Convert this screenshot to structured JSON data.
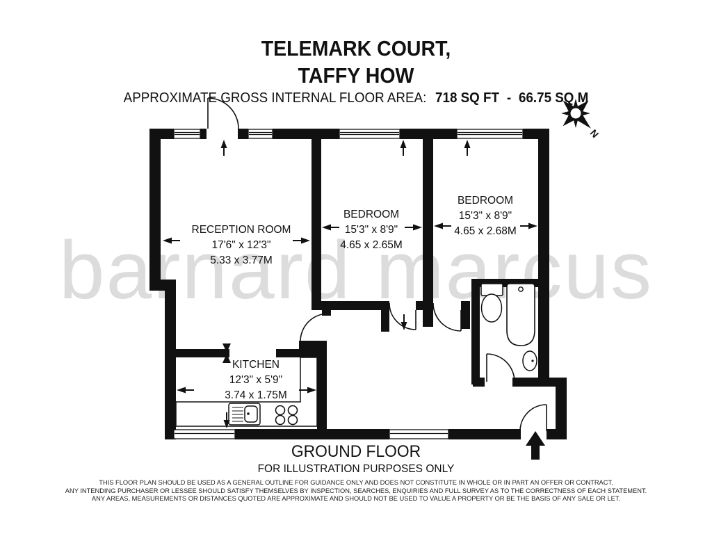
{
  "header": {
    "title_line1": "TELEMARK COURT,",
    "title_line2": "TAFFY HOW",
    "area_label": "APPROXIMATE GROSS INTERNAL FLOOR AREA:",
    "area_value_imperial": "718 SQ FT",
    "area_separator": "-",
    "area_value_metric": "66.75 SQ M"
  },
  "rooms": [
    {
      "name": "RECEPTION ROOM",
      "imperial": "17'6\" x 12'3\"",
      "metric": "5.33 x 3.77M"
    },
    {
      "name": "BEDROOM",
      "imperial": "15'3\" x 8'9\"",
      "metric": "4.65 x 2.65M"
    },
    {
      "name": "BEDROOM",
      "imperial": "15'3\" x 8'9\"",
      "metric": "4.65 x 2.68M"
    },
    {
      "name": "KITCHEN",
      "imperial": "12'3\" x 5'9\"",
      "metric": "3.74 x 1.75M"
    }
  ],
  "compass": {
    "north_label": "N"
  },
  "watermark": {
    "text": "barnard marcus"
  },
  "footer": {
    "floor_label": "GROUND FLOOR",
    "purpose_note": "FOR ILLUSTRATION PURPOSES ONLY",
    "disclaimer": [
      "THIS FLOOR PLAN SHOULD BE USED AS A GENERAL OUTLINE FOR GUIDANCE ONLY AND DOES NOT CONSTITUTE IN WHOLE OR IN PART AN OFFER OR CONTRACT.",
      "ANY INTENDING PURCHASER OR LESSEE SHOULD SATISFY THEMSELVES BY INSPECTION, SEARCHES, ENQUIRIES AND FULL SURVEY AS TO THE CORRECTNESS OF EACH STATEMENT.",
      "ANY AREAS, MEASUREMENTS OR DISTANCES QUOTED ARE APPROXIMATE AND SHOULD NOT BE USED TO VALUE A PROPERTY OR BE THE BASIS OF ANY SALE OR LET."
    ]
  },
  "colors": {
    "wall": "#111111",
    "watermark": "#dcdcdc",
    "background": "#ffffff"
  }
}
